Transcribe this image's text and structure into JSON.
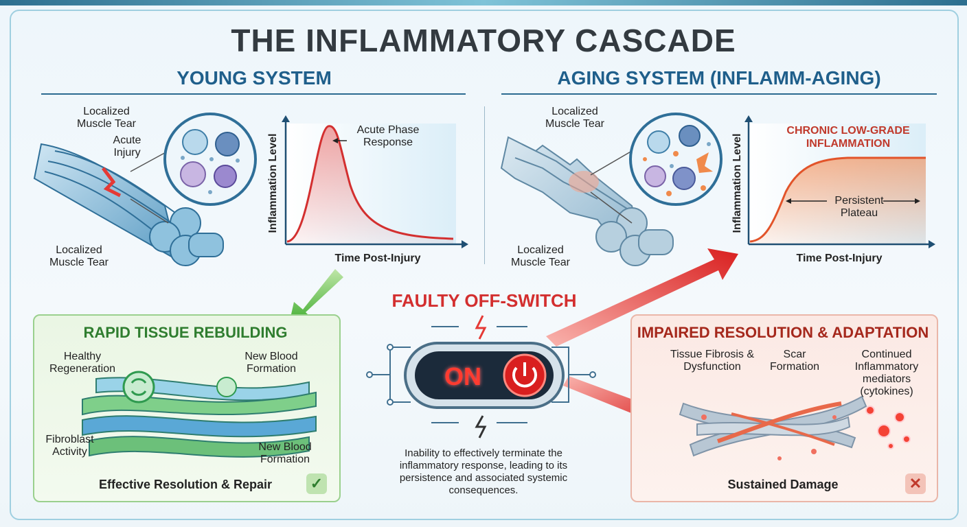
{
  "title": "THE INFLAMMATORY CASCADE",
  "young": {
    "heading": "YOUNG SYSTEM",
    "label_tear_top": "Localized Muscle Tear",
    "label_acute_injury": "Acute Injury",
    "label_tear_bottom": "Localized Muscle Tear",
    "chart": {
      "ylabel": "Inflammation Level",
      "xlabel": "Time Post-Injury",
      "annotation": "Acute Phase Response"
    }
  },
  "aging": {
    "heading": "AGING SYSTEM (INFLAMM-AGING)",
    "label_tear_top": "Localized Muscle Tear",
    "label_tear_bottom": "Localized Muscle Tear",
    "chart": {
      "ylabel": "Inflammation Level",
      "xlabel": "Time Post-Injury",
      "title": "CHRONIC LOW-GRADE INFLAMMATION",
      "annotation": "Persistent Plateau"
    }
  },
  "switch": {
    "heading": "FAULTY OFF-SWITCH",
    "state": "ON",
    "description": "Inability to effectively terminate the inflammatory response, leading to its persistence and associated systemic consequences."
  },
  "rebuild": {
    "title": "RAPID TISSUE REBUILDING",
    "label_healthy": "Healthy Regeneration",
    "label_blood_top": "New Blood Formation",
    "label_fibroblast": "Fibroblast Activity",
    "label_blood_bottom": "New Blood Formation",
    "footer": "Effective Resolution & Repair",
    "badge": "✓"
  },
  "impaired": {
    "title": "IMPAIRED RESOLUTION & ADAPTATION",
    "label_fibrosis": "Tissue Fibrosis & Dysfunction",
    "label_scar": "Scar Formation",
    "label_mediators": "Continued Inflammatory mediators (cytokines)",
    "footer": "Sustained Damage",
    "badge": "✕"
  },
  "colors": {
    "young_heading": "#1f5f8b",
    "alert_red": "#d32f2f",
    "success_green": "#2f7d2f"
  }
}
